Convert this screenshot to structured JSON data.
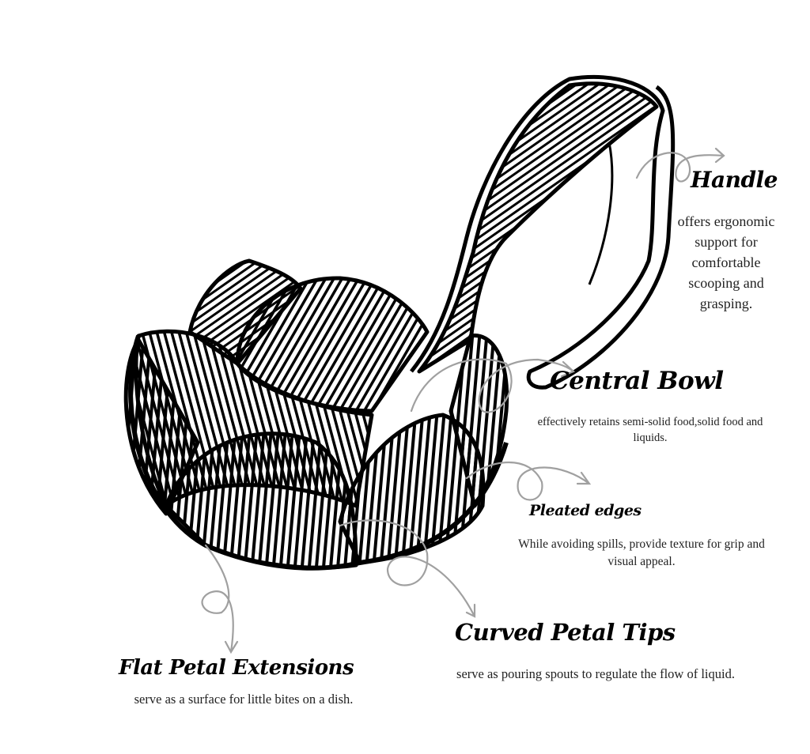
{
  "labels": {
    "handle": {
      "title": "Handle",
      "lines": [
        "offers ergonomic",
        "support for",
        "comfortable",
        "scooping and",
        "grasping."
      ]
    },
    "central_bowl": {
      "title": "Central Bowl",
      "lines": [
        "effectively retains semi-solid food,solid food and",
        "liquids."
      ]
    },
    "pleated_edges": {
      "title": "Pleated edges",
      "lines": [
        "While avoiding spills, provide texture for grip and",
        "visual appeal."
      ]
    },
    "curved_petal_tips": {
      "title": "Curved Petal Tips",
      "lines": [
        "serve as pouring spouts to regulate the flow of liquid."
      ]
    },
    "flat_petal_extensions": {
      "title": "Flat Petal Extensions",
      "lines": [
        "serve as a surface for little bites on a dish."
      ]
    }
  },
  "colors": {
    "ink": "#000000",
    "arrow": "#a0a0a0",
    "text": "#222222"
  }
}
